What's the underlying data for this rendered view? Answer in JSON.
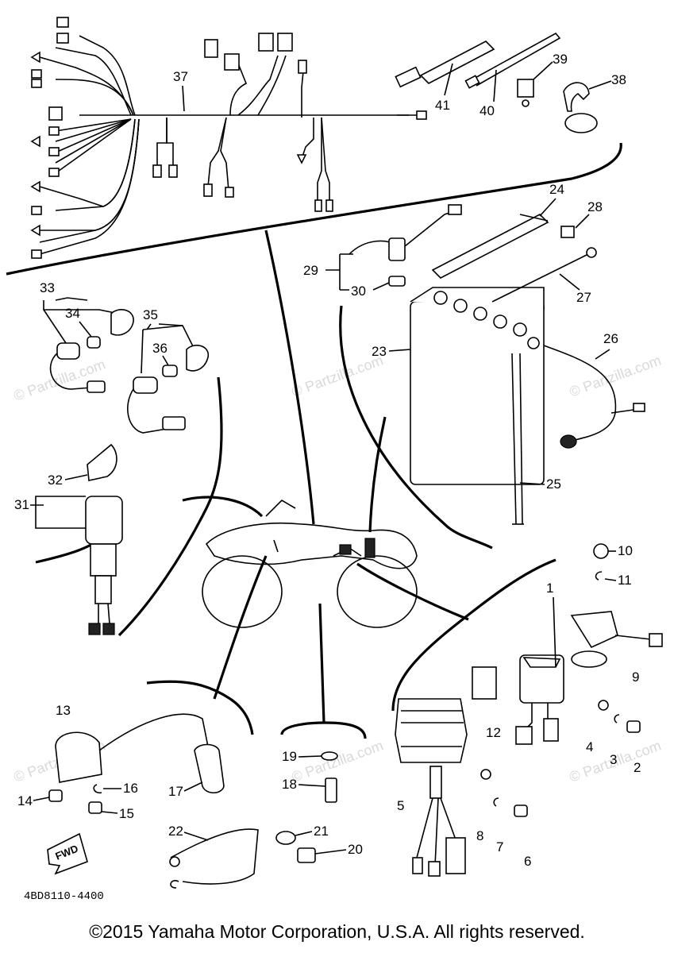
{
  "parts": {
    "p1": "1",
    "p2": "2",
    "p3": "3",
    "p4": "4",
    "p5": "5",
    "p6": "6",
    "p7": "7",
    "p8": "8",
    "p9": "9",
    "p10": "10",
    "p11": "11",
    "p12": "12",
    "p13": "13",
    "p14": "14",
    "p15": "15",
    "p16": "16",
    "p17": "17",
    "p18": "18",
    "p19": "19",
    "p20": "20",
    "p21": "21",
    "p22": "22",
    "p23": "23",
    "p24": "24",
    "p25": "25",
    "p26": "26",
    "p27": "27",
    "p28": "28",
    "p29": "29",
    "p30": "30",
    "p31": "31",
    "p32": "32",
    "p33": "33",
    "p34": "34",
    "p35": "35",
    "p36": "36",
    "p37": "37",
    "p38": "38",
    "p39": "39",
    "p40": "40",
    "p41": "41"
  },
  "fwd_label": "FWD",
  "diagram_code": "4BD8110-4400",
  "watermark": "© Partzilla.com",
  "copyright": "©2015 Yamaha Motor Corporation, U.S.A. All rights reserved."
}
